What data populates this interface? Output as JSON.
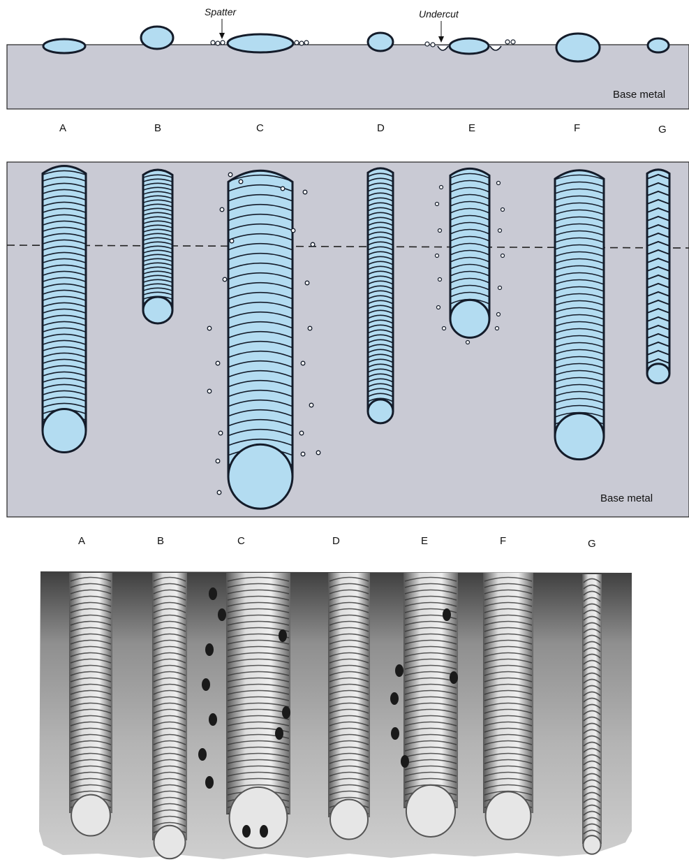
{
  "cross_section": {
    "base_label": "Base metal",
    "spatter_label": "Spatter",
    "undercut_label": "Undercut",
    "letters": [
      "A",
      "B",
      "C",
      "D",
      "E",
      "F",
      "G"
    ]
  },
  "top_view": {
    "base_label": "Base metal",
    "letters": [
      "A",
      "B",
      "C",
      "D",
      "E",
      "F",
      "G"
    ]
  },
  "colors": {
    "plate": "#c9cad4",
    "bead": "#b3dcf1",
    "outline": "#141c2a"
  }
}
